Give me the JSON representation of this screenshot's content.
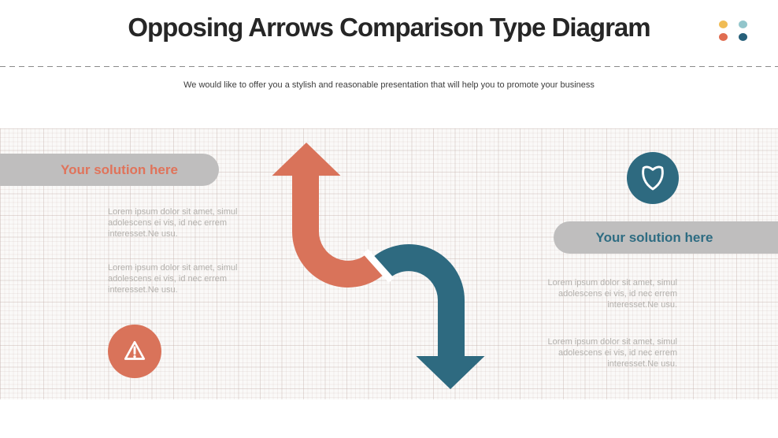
{
  "slide": {
    "title": "Opposing Arrows Comparison Type Diagram",
    "subtitle": "We would like to offer you a stylish and reasonable presentation that will help you to promote your business"
  },
  "decor_dots": [
    {
      "name": "dot-yellow",
      "color": "#F0BC55"
    },
    {
      "name": "dot-light-teal",
      "color": "#92C5CB"
    },
    {
      "name": "dot-salmon",
      "color": "#E06D51"
    },
    {
      "name": "dot-dark-teal",
      "color": "#27607A"
    }
  ],
  "colors": {
    "salmon": "#D9735A",
    "teal": "#2E6A80",
    "pill_gray": "#BFBEBE",
    "left_label_text": "#E0735A",
    "right_label_text": "#2E6C82",
    "lorem_text": "#B3B0AC"
  },
  "left_section": {
    "pill_label": "Your solution here",
    "icon": "warning-triangle-icon"
  },
  "right_section": {
    "pill_label": "Your solution here",
    "icon": "shield-icon"
  },
  "lorem_placeholder": {
    "line1": "Lorem ipsum dolor sit amet, simul",
    "line2": "adolescens ei vis, id nec errem",
    "line3": "interesset.Ne usu."
  }
}
